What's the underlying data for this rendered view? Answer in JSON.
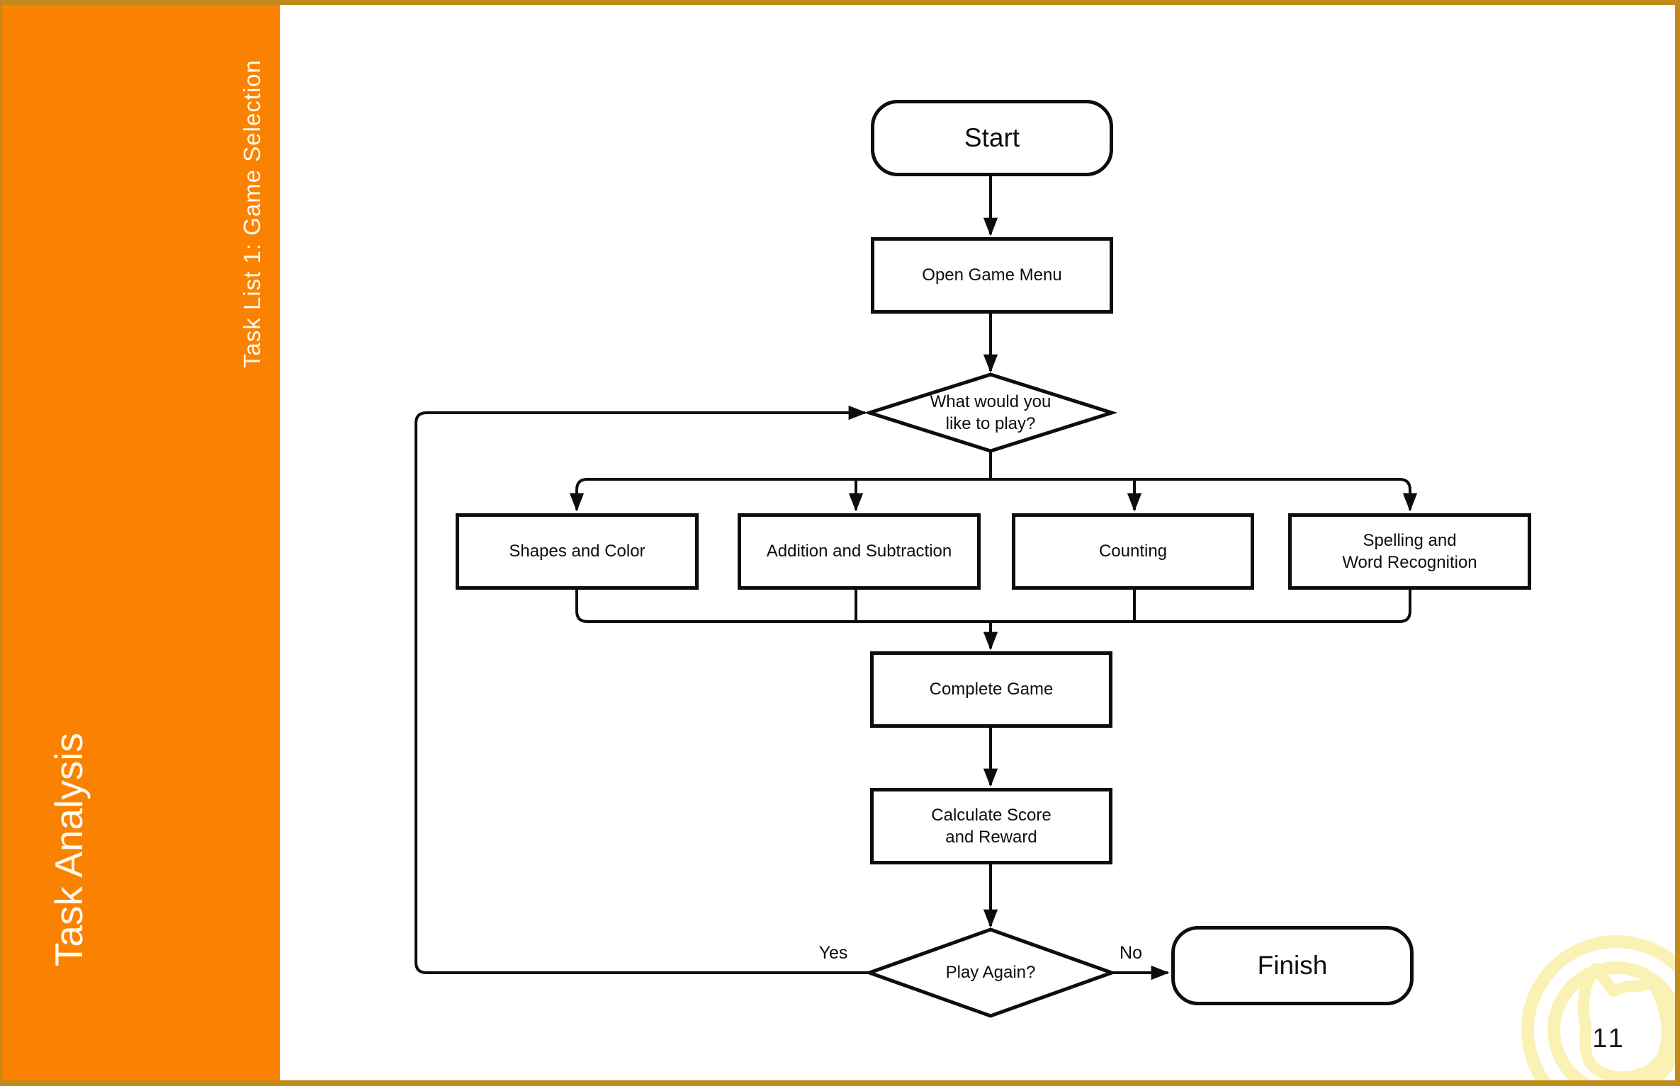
{
  "slide": {
    "page_number": "11",
    "colors": {
      "sidebar_orange": "#FA8200",
      "frame_gold": "#C18A1B",
      "watermark_yellow": "#FAF1B4",
      "ink": "#0D0D0D"
    }
  },
  "sidebar": {
    "title": "Task Analysis",
    "subtitle": "Task List 1: Game Selection"
  },
  "flowchart": {
    "start": "Start",
    "open_menu": "Open Game Menu",
    "choose_line1": "What would you",
    "choose_line2": "like to play?",
    "game1": "Shapes and Color",
    "game2": "Addition and Subtraction",
    "game3": "Counting",
    "game4_line1": "Spelling and",
    "game4_line2": "Word Recognition",
    "complete": "Complete Game",
    "score_line1": "Calculate Score",
    "score_line2": "and Reward",
    "play_again": "Play Again?",
    "finish": "Finish",
    "yes_label": "Yes",
    "no_label": "No"
  }
}
